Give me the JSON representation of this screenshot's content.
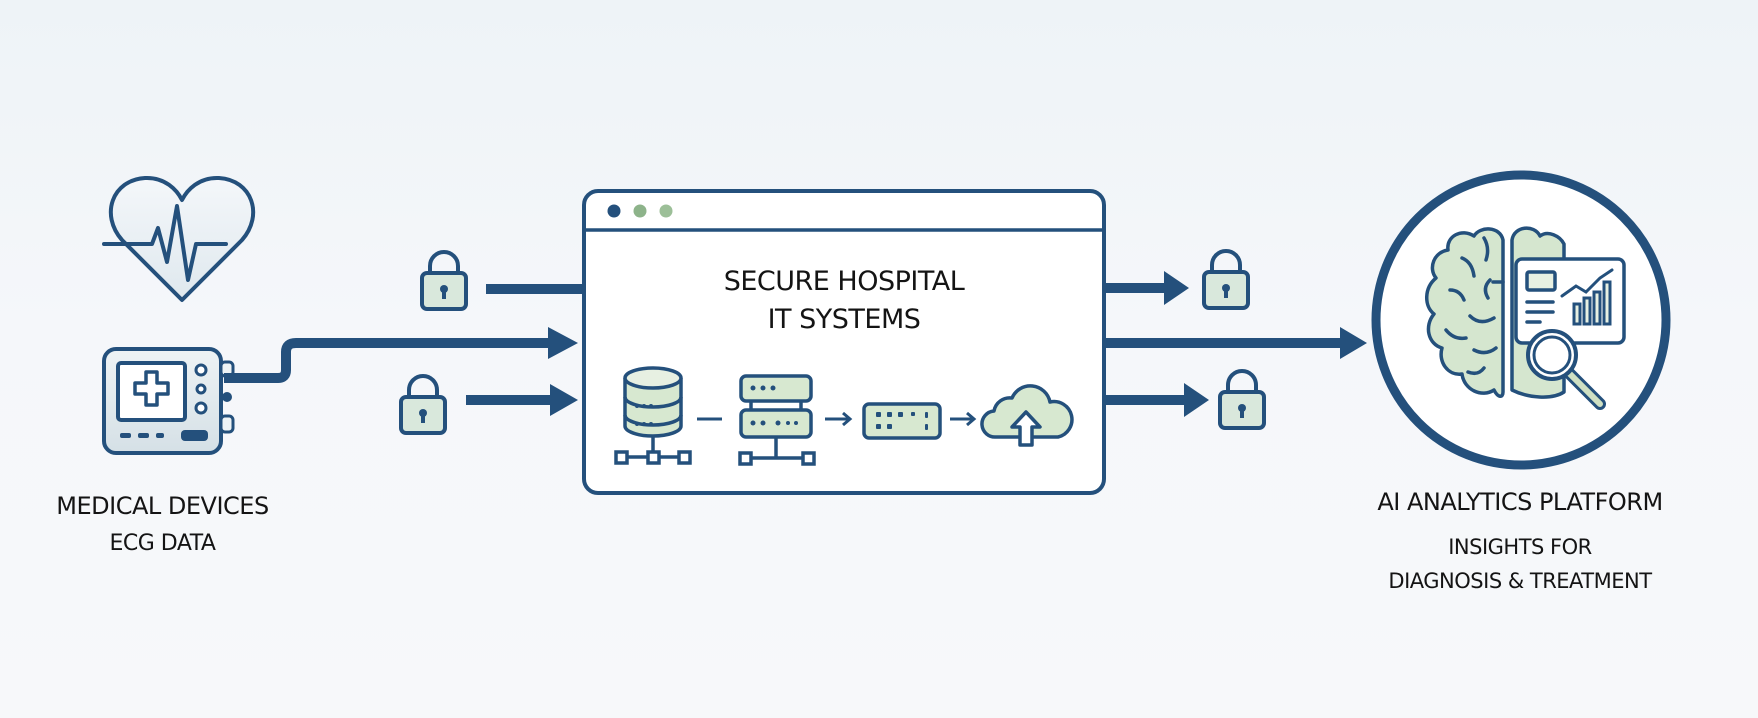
{
  "colors": {
    "primary": "#24507c",
    "accent_green": "#d7e8d0",
    "lock_fill": "#d9e8dc",
    "dot_dark": "#24507c",
    "dot_green": "#8db38a",
    "background": "#f3f6f9",
    "text": "#141414"
  },
  "source": {
    "icons": [
      "heart-ecg-icon",
      "medical-monitor-icon"
    ],
    "title": "MEDICAL DEVICES",
    "subtitle": "ECG DATA"
  },
  "hub": {
    "window_dots": [
      "dark",
      "green",
      "green"
    ],
    "title_line1": "SECURE HOSPITAL",
    "title_line2": "IT SYSTEMS",
    "pipeline_icons": [
      "database-icon",
      "server-icon",
      "network-switch-icon",
      "cloud-upload-icon"
    ]
  },
  "destination": {
    "icons": [
      "brain-icon",
      "dashboard-icon",
      "magnifier-icon"
    ],
    "title": "AI ANALYTICS PLATFORM",
    "subtitle_line1": "INSIGHTS FOR",
    "subtitle_line2": "DIAGNOSIS & TREATMENT"
  },
  "flows": {
    "inbound": [
      "secured-link",
      "device-cable",
      "secured-link"
    ],
    "outbound": [
      "secured-link",
      "main-link",
      "secured-link"
    ]
  }
}
